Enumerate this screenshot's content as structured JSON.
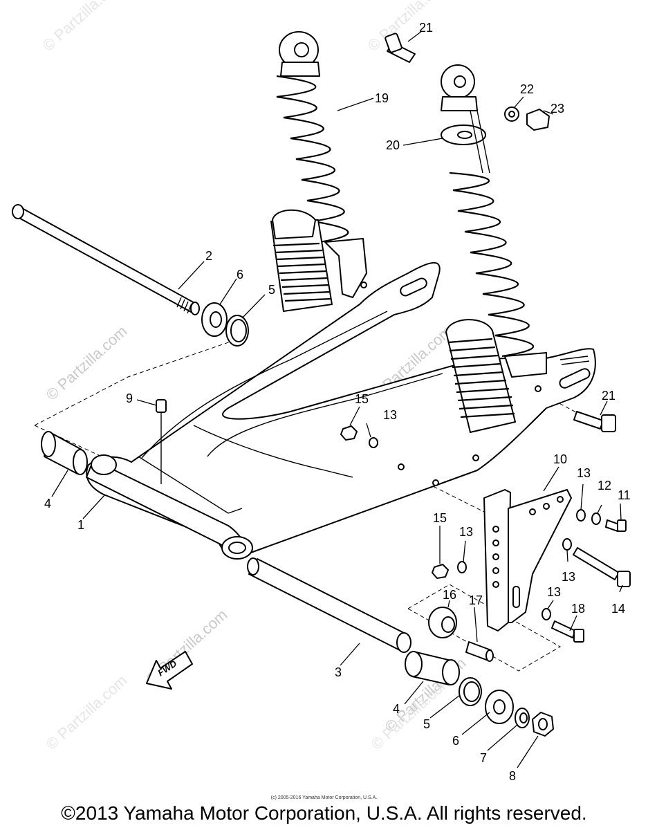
{
  "callouts": [
    "1",
    "2",
    "3",
    "4",
    "4",
    "5",
    "5",
    "6",
    "6",
    "7",
    "8",
    "9",
    "10",
    "11",
    "12",
    "13",
    "13",
    "13",
    "13",
    "13",
    "14",
    "15",
    "15",
    "16",
    "17",
    "18",
    "19",
    "20",
    "21",
    "21",
    "22",
    "23"
  ],
  "watermarks": [
    "© Partzilla.com",
    "© Partzilla.com",
    "© Partzilla.com",
    "© Partzilla.com",
    "© Partzilla.com",
    "© Partzilla.com",
    "© Partzilla.com",
    "© Partzilla.com"
  ],
  "fwd_label": "FWD",
  "small_credit": "(c) 2005-2016 Yamaha Motor Corporation, U.S.A.",
  "copyright": "©2013 Yamaha Motor Corporation, U.S.A. All rights reserved."
}
